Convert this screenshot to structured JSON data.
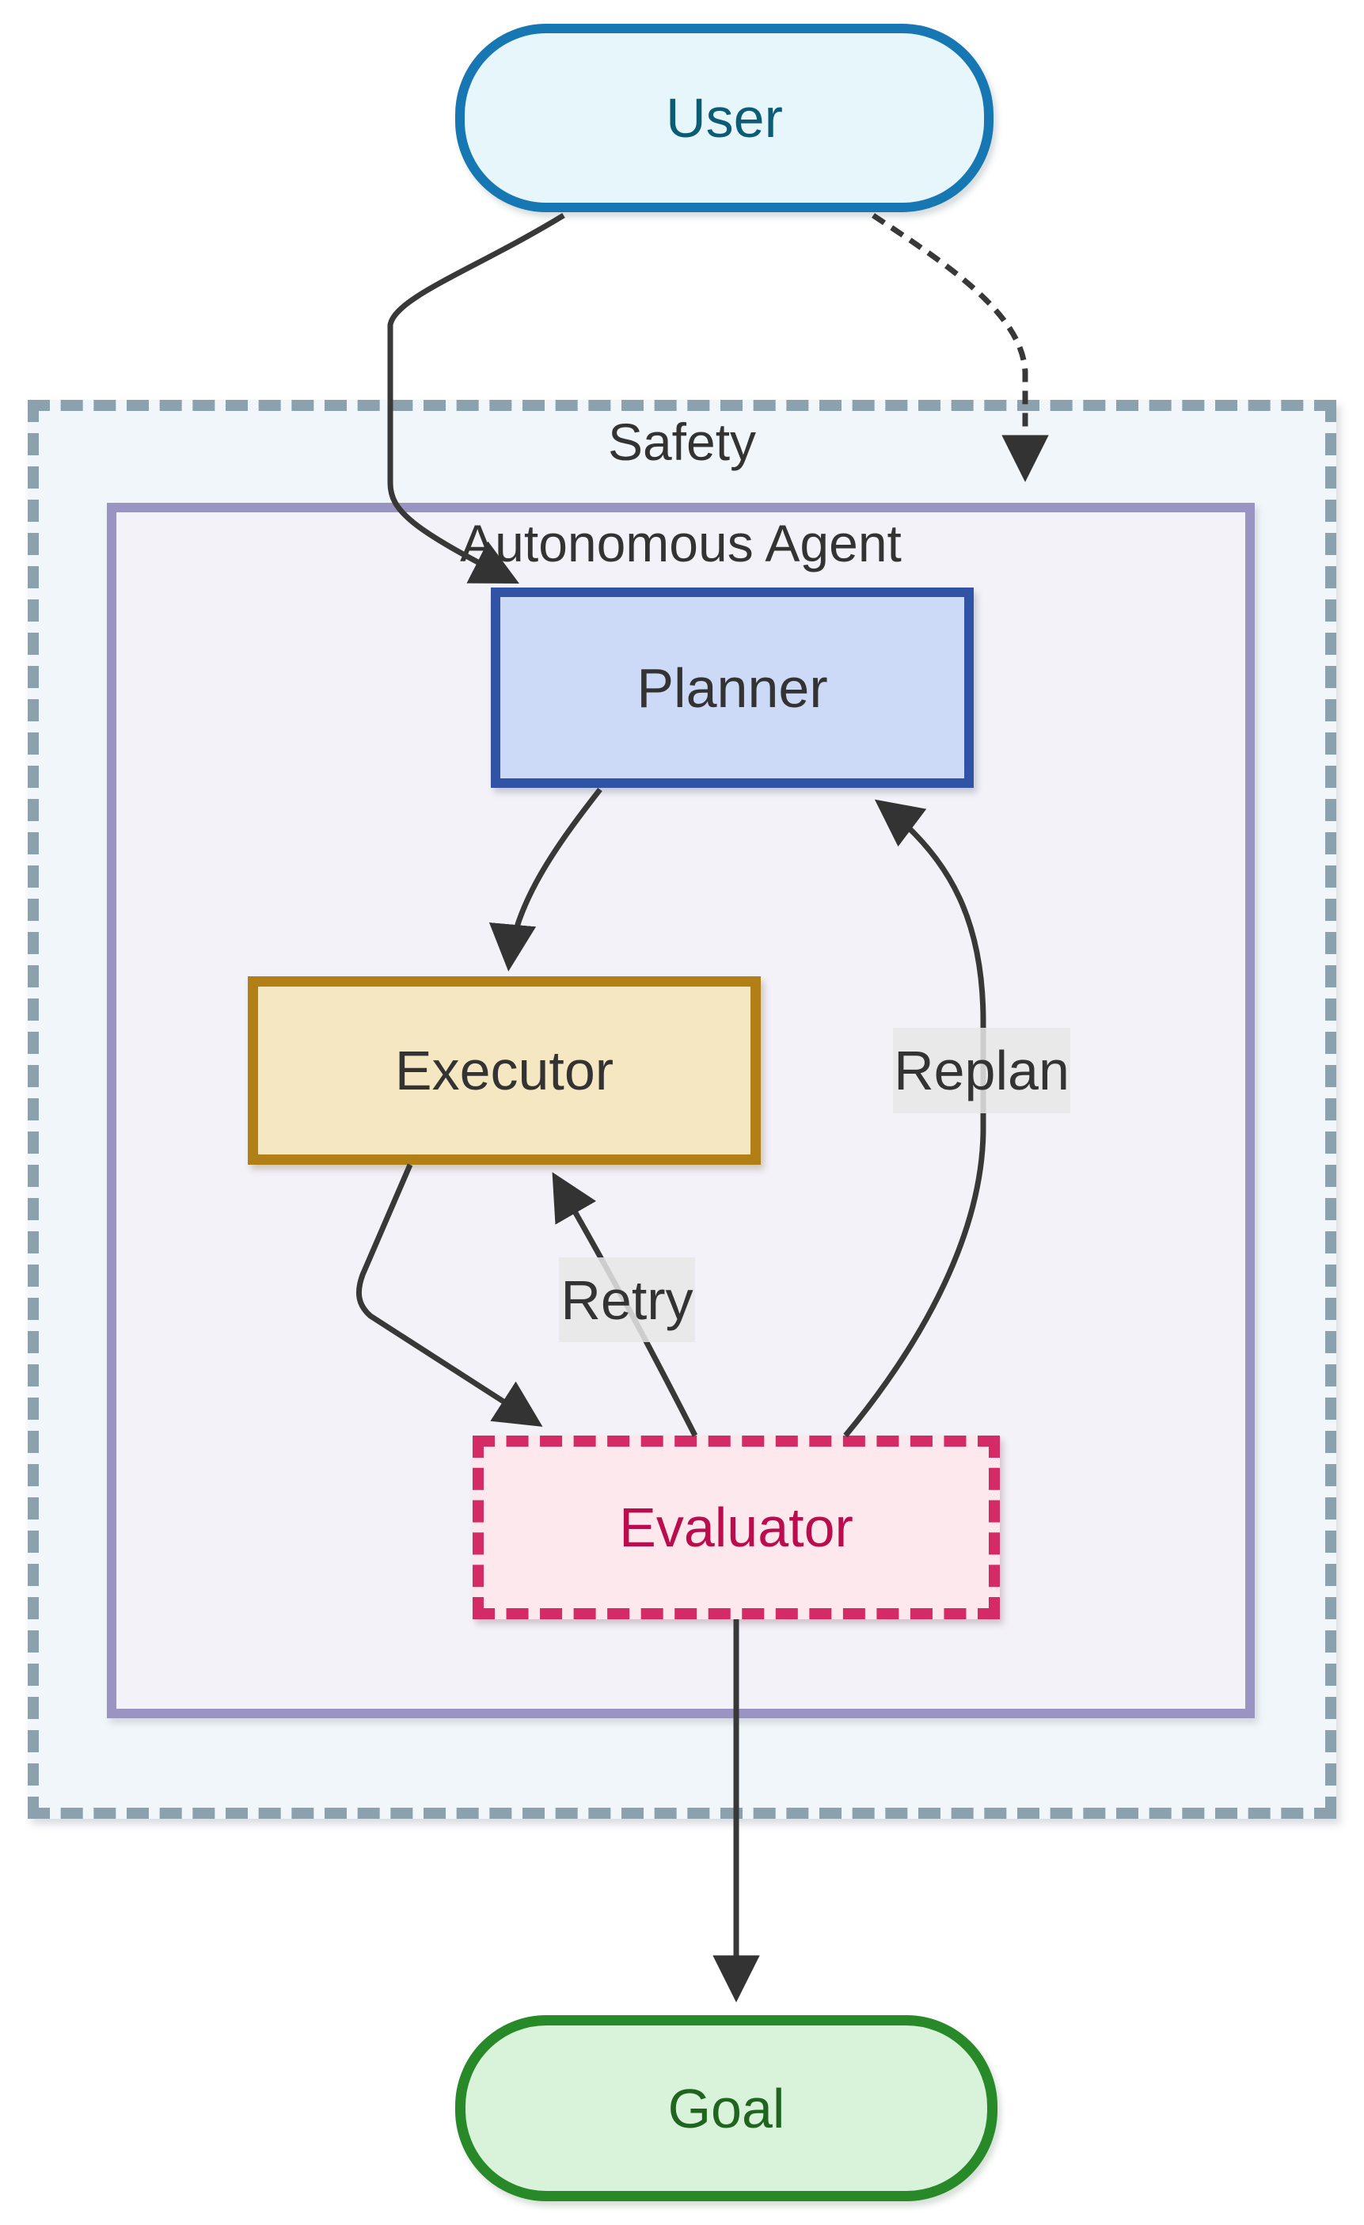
{
  "diagram": {
    "type": "flowchart",
    "nodes": {
      "user": {
        "label": "User",
        "shape": "stadium",
        "fill": "#e7f6fa",
        "border": "#1677b3",
        "text_color": "#0d5c75"
      },
      "planner": {
        "label": "Planner",
        "shape": "rect",
        "fill": "#ccd9f7",
        "border": "#3153a5",
        "text_color": "#333333"
      },
      "executor": {
        "label": "Executor",
        "shape": "rect",
        "fill": "#f6e7c3",
        "border": "#b17f16",
        "text_color": "#333333"
      },
      "evaluator": {
        "label": "Evaluator",
        "shape": "rect-dashed",
        "fill": "#fde8ee",
        "border": "#d42a66",
        "text_color": "#ba0d4d"
      },
      "goal": {
        "label": "Goal",
        "shape": "stadium",
        "fill": "#d9f3da",
        "border": "#278927",
        "text_color": "#20641f"
      }
    },
    "containers": {
      "safety": {
        "label": "Safety",
        "fill": "#f0f6f9",
        "border": "#8ba2ae",
        "border_style": "dashed"
      },
      "autonomous_agent": {
        "label": "Autonomous Agent",
        "fill": "#f4f2f9",
        "border": "#9a94c2",
        "border_style": "solid"
      }
    },
    "edge_labels": {
      "replan": "Replan",
      "retry": "Retry"
    },
    "edges": [
      {
        "from": "user",
        "to": "planner",
        "style": "solid",
        "label": ""
      },
      {
        "from": "user",
        "to": "safety",
        "style": "dashed",
        "label": ""
      },
      {
        "from": "planner",
        "to": "executor",
        "style": "solid",
        "label": ""
      },
      {
        "from": "executor",
        "to": "evaluator",
        "style": "solid",
        "label": ""
      },
      {
        "from": "evaluator",
        "to": "executor",
        "style": "solid",
        "label": "Retry"
      },
      {
        "from": "evaluator",
        "to": "planner",
        "style": "solid",
        "label": "Replan"
      },
      {
        "from": "evaluator",
        "to": "goal",
        "style": "solid",
        "label": ""
      }
    ],
    "edge_color": "#383838",
    "edge_label_bg": "#e8e8e8"
  }
}
